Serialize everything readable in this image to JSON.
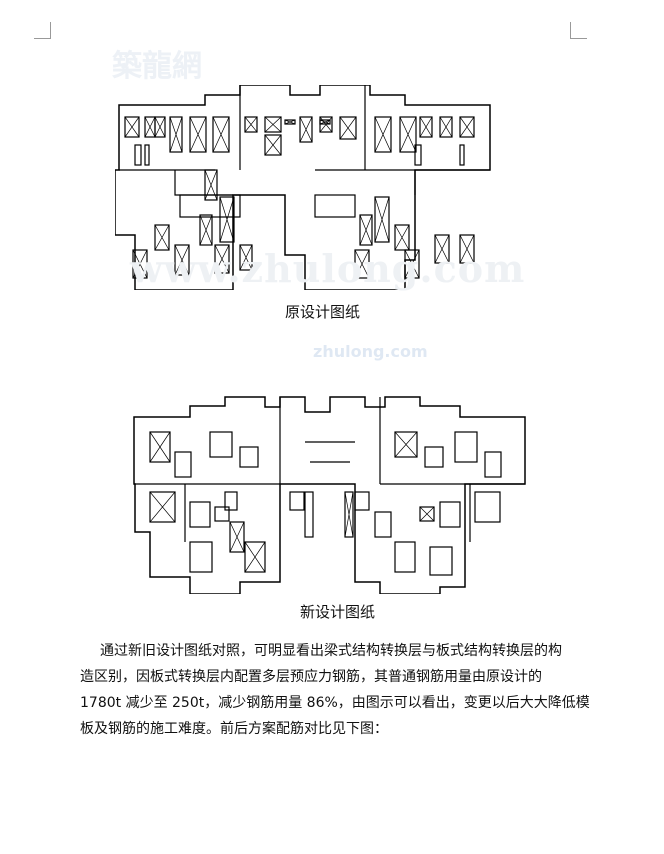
{
  "watermarks": {
    "logo": "築龍網",
    "url": "www.zhulong.com",
    "small": "zhulong.com"
  },
  "figure1": {
    "caption": "原设计图纸"
  },
  "figure2": {
    "caption": "新设计图纸"
  },
  "body": {
    "lines": [
      "通过新旧设计图纸对照，可明显看出梁式结构转换层与板式结构转换层的构",
      "造区别，因板式转换层内配置多层预应力钢筋，其普通钢筋用量由原设计的",
      "1780t 减少至 250t，减少钢筋用量 86%，由图示可以看出，变更以后大大降低模",
      "板及钢筋的施工难度。前后方案配筋对比见下图："
    ]
  }
}
